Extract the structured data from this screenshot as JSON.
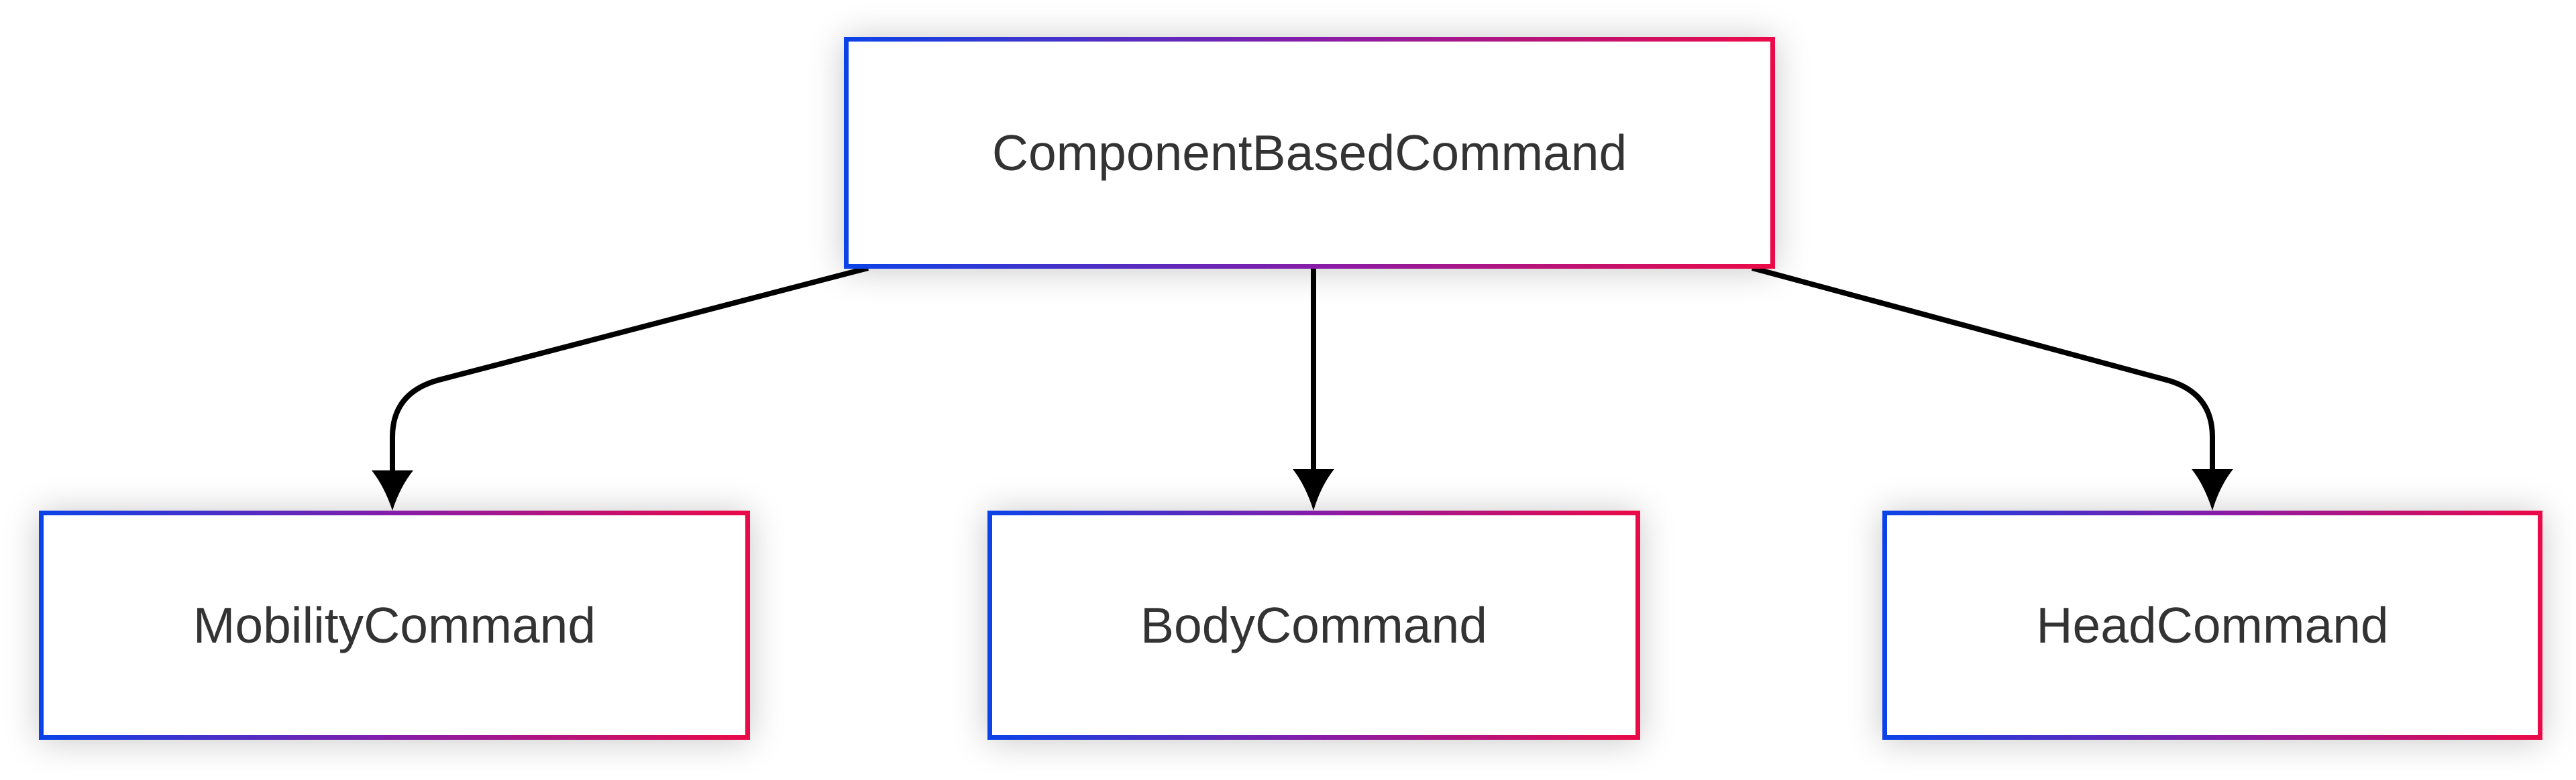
{
  "diagram": {
    "type": "flowchart",
    "direction": "top-down",
    "nodes": [
      {
        "id": "ComponentBasedCommand",
        "label": "ComponentBasedCommand",
        "role": "parent"
      },
      {
        "id": "MobilityCommand",
        "label": "MobilityCommand",
        "role": "child"
      },
      {
        "id": "BodyCommand",
        "label": "BodyCommand",
        "role": "child"
      },
      {
        "id": "HeadCommand",
        "label": "HeadCommand",
        "role": "child"
      }
    ],
    "edges": [
      {
        "from": "ComponentBasedCommand",
        "to": "MobilityCommand",
        "style": "solid",
        "arrowhead": "filled-triangle"
      },
      {
        "from": "ComponentBasedCommand",
        "to": "BodyCommand",
        "style": "solid",
        "arrowhead": "filled-triangle"
      },
      {
        "from": "ComponentBasedCommand",
        "to": "HeadCommand",
        "style": "solid",
        "arrowhead": "filled-triangle"
      }
    ],
    "colors": {
      "node_border_gradient_start": "#0b43e8",
      "node_border_gradient_mid": "#8a1ca6",
      "node_border_gradient_end": "#eb0a47",
      "node_fill": "#ffffff",
      "edge_color": "#000000",
      "label_color": "#333333",
      "background": "#ffffff"
    }
  }
}
